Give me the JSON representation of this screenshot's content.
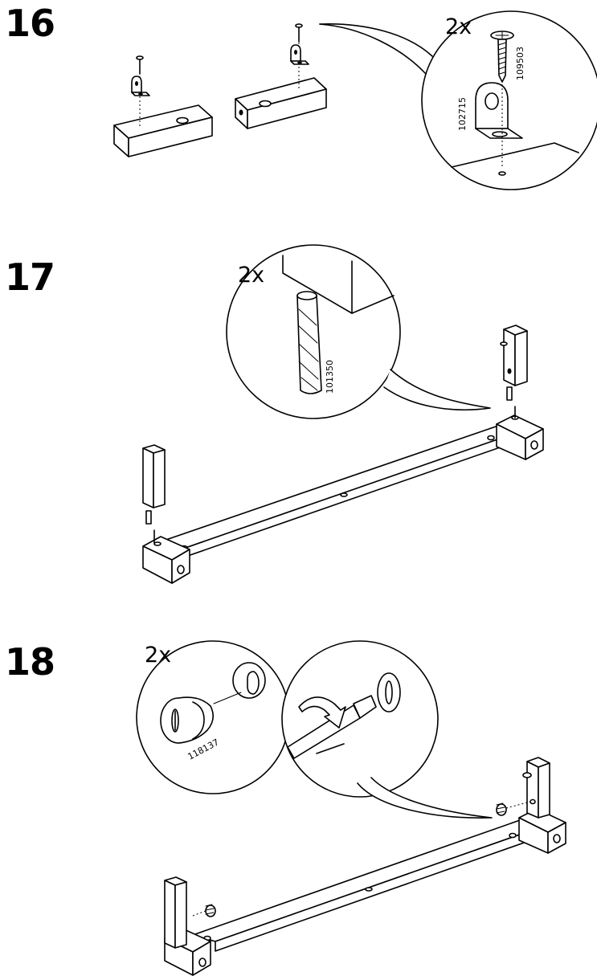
{
  "steps": [
    {
      "number": "16",
      "quantity": "2x",
      "parts": [
        "102715",
        "109503"
      ]
    },
    {
      "number": "17",
      "quantity": "2x",
      "parts": [
        "101350"
      ]
    },
    {
      "number": "18",
      "quantity": "2x",
      "parts": [
        "118137"
      ]
    }
  ]
}
